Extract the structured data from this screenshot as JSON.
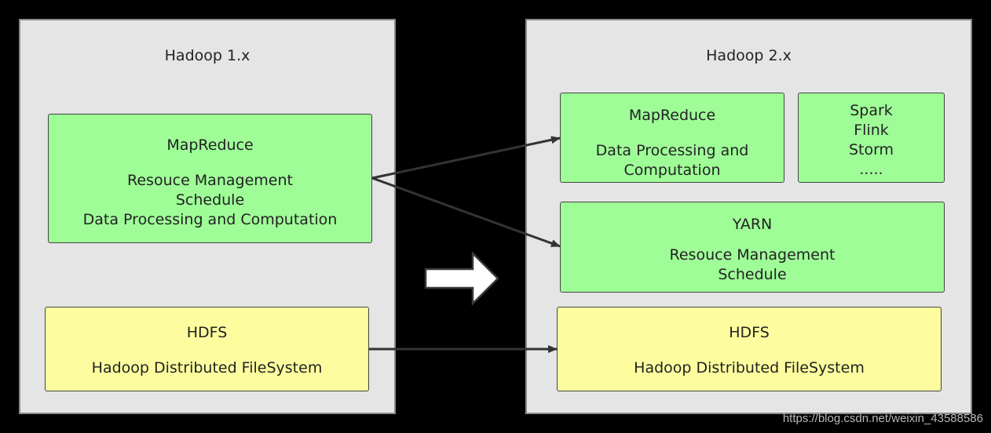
{
  "left_panel": {
    "title": "Hadoop 1.x",
    "mapreduce": {
      "title": "MapReduce",
      "lines": [
        "Resouce Management",
        "Schedule",
        "Data Processing and Computation"
      ]
    },
    "hdfs": {
      "title": "HDFS",
      "subtitle": "Hadoop Distributed FileSystem"
    }
  },
  "right_panel": {
    "title": "Hadoop 2.x",
    "mapreduce": {
      "title": "MapReduce",
      "lines": [
        "Data Processing and",
        "Computation"
      ]
    },
    "engines": {
      "lines": [
        "Spark",
        "Flink",
        "Storm",
        "....."
      ]
    },
    "yarn": {
      "title": "YARN",
      "lines": [
        "Resouce Management",
        "Schedule"
      ]
    },
    "hdfs": {
      "title": "HDFS",
      "subtitle": "Hadoop Distributed FileSystem"
    }
  },
  "watermark": "https://blog.csdn.net/weixin_43588586",
  "colors": {
    "background": "#000000",
    "panel": "#e5e5e5",
    "green_box": "#9ffd98",
    "yellow_box": "#fdfd9f",
    "arrow": "#333333"
  }
}
